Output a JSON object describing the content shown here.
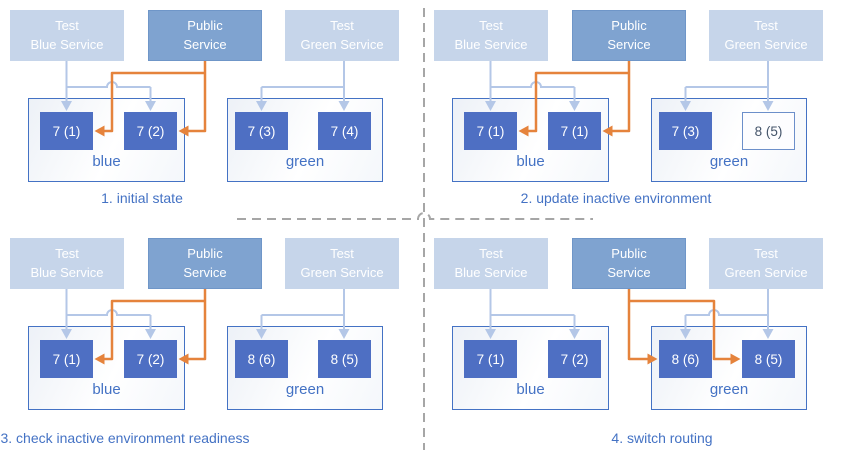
{
  "colors": {
    "accent_blue": "#4472c4",
    "pod_fill": "#4e6fc3",
    "service_light_fill": "#c6d5ea",
    "service_dark_fill": "#7fa3d0",
    "service_dark_border": "#6f96c8",
    "arrow_light": "#b4c7e7",
    "arrow_orange": "#e5833c",
    "dashed_divider": "#a6a6a6",
    "caption_text": "#4472c4",
    "env_border": "#4472c4",
    "pod_outlined_text": "#44546a"
  },
  "services": {
    "test_blue": {
      "line1": "Test",
      "line2": "Blue Service"
    },
    "public": {
      "line1": "Public",
      "line2": "Service"
    },
    "test_green": {
      "line1": "Test",
      "line2": "Green Service"
    }
  },
  "environments": {
    "blue_label": "blue",
    "green_label": "green"
  },
  "panels": [
    {
      "caption": "1. initial state",
      "public_routes_to": "blue",
      "pods": {
        "blue": [
          {
            "label": "7 (1)",
            "outlined": false
          },
          {
            "label": "7 (2)",
            "outlined": false
          }
        ],
        "green": [
          {
            "label": "7 (3)",
            "outlined": false
          },
          {
            "label": "7 (4)",
            "outlined": false
          }
        ]
      }
    },
    {
      "caption": "2. update inactive environment",
      "public_routes_to": "blue",
      "pods": {
        "blue": [
          {
            "label": "7 (1)",
            "outlined": false
          },
          {
            "label": "7 (1)",
            "outlined": false
          }
        ],
        "green": [
          {
            "label": "7 (3)",
            "outlined": false
          },
          {
            "label": "8 (5)",
            "outlined": true
          }
        ]
      }
    },
    {
      "caption": "3. check inactive environment readiness",
      "public_routes_to": "blue",
      "pods": {
        "blue": [
          {
            "label": "7 (1)",
            "outlined": false
          },
          {
            "label": "7 (2)",
            "outlined": false
          }
        ],
        "green": [
          {
            "label": "8 (6)",
            "outlined": false
          },
          {
            "label": "8 (5)",
            "outlined": false
          }
        ]
      }
    },
    {
      "caption": "4. switch routing",
      "public_routes_to": "green",
      "pods": {
        "blue": [
          {
            "label": "7 (1)",
            "outlined": false
          },
          {
            "label": "7 (2)",
            "outlined": false
          }
        ],
        "green": [
          {
            "label": "8 (6)",
            "outlined": false
          },
          {
            "label": "8 (5)",
            "outlined": false
          }
        ]
      }
    }
  ]
}
